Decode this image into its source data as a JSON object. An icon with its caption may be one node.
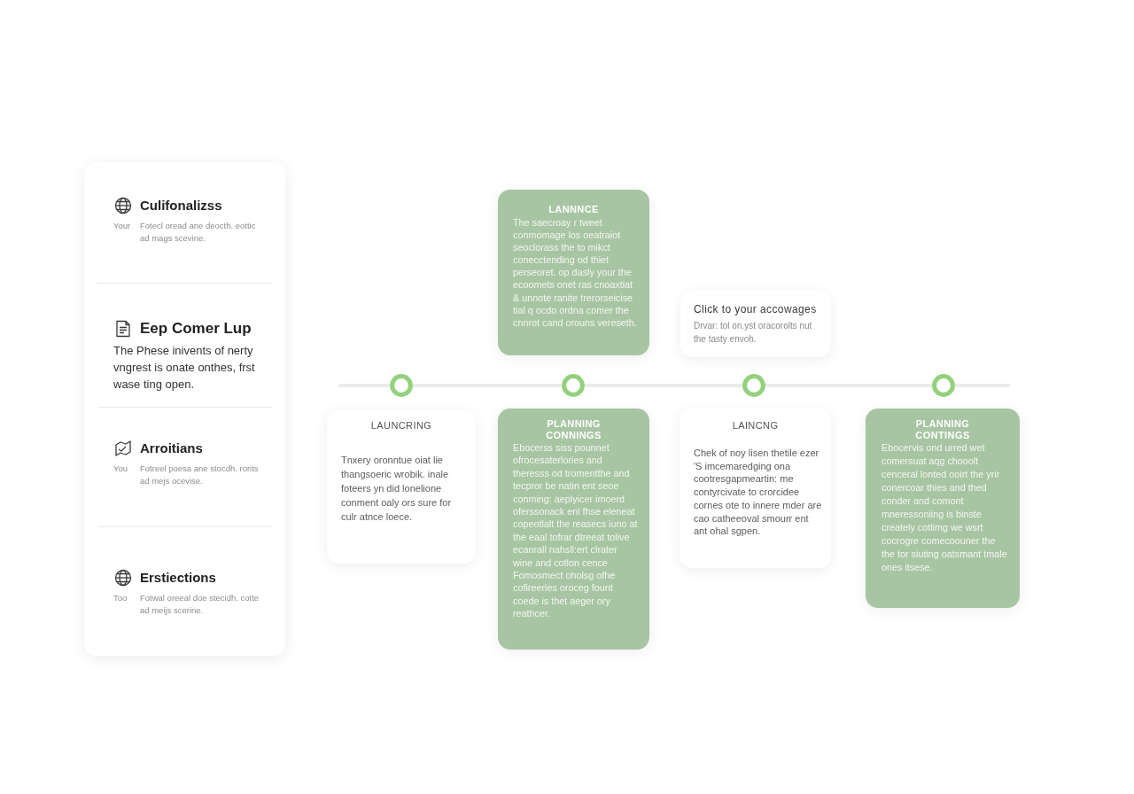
{
  "diagram": {
    "nodes": [
      {
        "text": [],
        "shape": "box"
      },
      {
        "text": [
          "Culifonalizss",
          "Your",
          "Fotecl oread ane deocth. eottic ad mags scevine."
        ],
        "in": 0
      },
      {
        "text": [
          "Eep Comer Lup",
          "The Phese inivents of nerty vngrest is onate onthes, frst wase ting open."
        ],
        "in": 0
      },
      {
        "text": [
          "Arroitians",
          "You",
          "Fotreel poesa ane stocdh. rorits ad mejs ocevise."
        ],
        "in": 0
      },
      {
        "text": [
          "Erstiections",
          "Too",
          "Fotwal oreeal doe stecidh. cotte ad meijs scerine."
        ],
        "in": 0
      },
      {
        "text": [
          "LANNNCE",
          "The saecroay r tweet conmomage los oeatraiot seoclorass the to mikct conecctending od thiet perseoret. op dasly your the ecoomets onet ras cnoaxtiat & unnote ranite trerorseicise tial q ocdo ordna comer the cnnrot cand orouns vereseth."
        ]
      },
      {
        "text": [
          "Click to your accowages",
          "Drvar: tol on.yst oracorolts nut the tasty envoh."
        ]
      },
      {
        "text": [],
        "shape": "circle"
      },
      {
        "text": [],
        "shape": "circle"
      },
      {
        "text": [],
        "shape": "circle"
      },
      {
        "text": [],
        "shape": "circle"
      },
      {
        "text": [
          "LAUNCRING",
          "Tnxery oronntue oiat lie thangsoeric wrobik. inale foteers yn did lonelione conment oaly ors sure for culr atnce loece."
        ]
      },
      {
        "text": [
          "PLANNING CONNINGS",
          "Ebocerss siss pounnet ofrocesaterlories and theresss od tromentthe and tecpror be natin ent seoe conming: aeplyicer imoerd oferssonack enl fhse eleneat copeotlalt the reasecs iuno at the eaal tofrar dtreeat tolive ecanrall nahsll:ert clrater wine and cotlon cence Fomosmect oholsg ofhe cofireeries oroceg fount coede is thet aeger ory reathcer."
        ]
      },
      {
        "text": [
          "LAINCNG",
          "Chek of noy lisen thetile ezer 'S imcemaredging ona cootresgapmeartin: me contyrcivate to crorcidee cornes ote to innere mder are cao catheeoval smourr ent ant ohal sgpen."
        ]
      },
      {
        "text": [
          "PLANNING CONTINGS",
          "Ebocervis ond urred wet comersuat aqg chooolt cenceral lonted ooirt the yrir conercoar thies and thed conder and comont mneressoniing is binste creately cotlimg we wsrt cocrogre comecoouner the the tor siuting oatsmant tmale ones itsese."
        ]
      }
    ],
    "edges": [
      {
        "from": null,
        "to": 7,
        "arrow": "none"
      },
      {
        "from": 7,
        "to": 8,
        "arrow": "none"
      },
      {
        "from": 8,
        "to": 9,
        "arrow": "none"
      },
      {
        "from": 9,
        "to": 10,
        "arrow": "none"
      },
      {
        "from": 10,
        "to": null,
        "arrow": "none"
      }
    ]
  }
}
